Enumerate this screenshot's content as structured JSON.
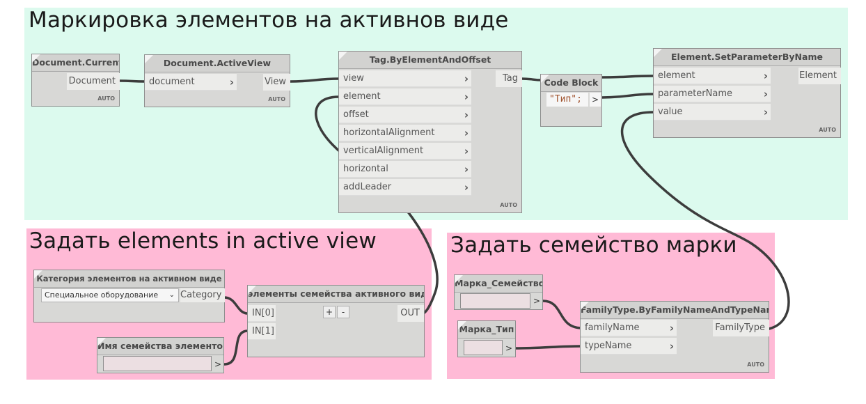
{
  "colors": {
    "group_green": "#dcfaee",
    "group_pink": "#ffbad6",
    "wire": "#3c3c3c"
  },
  "groups": [
    {
      "title": "Маркировка элементов на активнов виде"
    },
    {
      "title": "Задать elements in active view"
    },
    {
      "title": "Задать семейство марки"
    }
  ],
  "nodes": {
    "document_current": {
      "title": "Document.Current",
      "output": "Document",
      "auto": "AUTO"
    },
    "document_activeview": {
      "title": "Document.ActiveView",
      "input": "document",
      "output": "View",
      "auto": "AUTO"
    },
    "tag_by_element": {
      "title": "Tag.ByElementAndOffset",
      "inputs": [
        "view",
        "element",
        "offset",
        "horizontalAlignment",
        "verticalAlignment",
        "horizontal",
        "addLeader"
      ],
      "output": "Tag",
      "auto": "AUTO"
    },
    "code_block": {
      "title": "Code Block",
      "code": "\"Тип\";",
      "output_glyph": ">"
    },
    "set_param": {
      "title": "Element.SetParameterByName",
      "inputs": [
        "element",
        "parameterName",
        "value"
      ],
      "output": "Element",
      "auto": "AUTO"
    },
    "category": {
      "title": "Категория элементов на активном виде",
      "selected": "Специальное оборудование",
      "output": "Category"
    },
    "elements_of_family": {
      "title": "элементы семейства активного вида",
      "inputs": [
        "IN[0]",
        "IN[1]"
      ],
      "plus": "+",
      "minus": "-",
      "output": "OUT"
    },
    "family_name_input": {
      "title": "Имя семейства элементов",
      "value": "",
      "output_glyph": ">"
    },
    "marka_family": {
      "title": "Марка_Семейство",
      "value": "",
      "output_glyph": ">"
    },
    "marka_type": {
      "title": "Марка_Тип",
      "value": "",
      "output_glyph": ">"
    },
    "familytype": {
      "title": "FamilyType.ByFamilyNameAndTypeName",
      "inputs": [
        "familyName",
        "typeName"
      ],
      "output": "FamilyType",
      "auto": "AUTO"
    }
  },
  "icons": {
    "chevron": "chevron-right-icon",
    "dropdown": "chevron-down-icon"
  }
}
